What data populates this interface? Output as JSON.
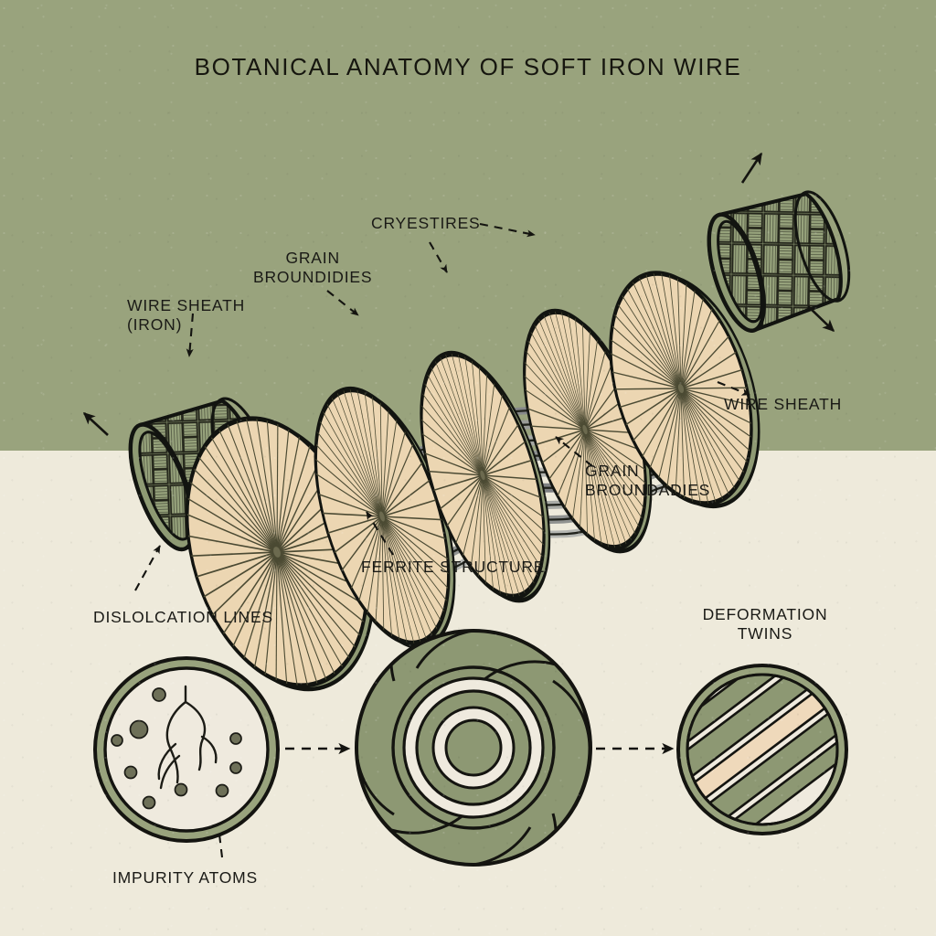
{
  "poster": {
    "title": "BOTANICAL ANATOMY OF SOFT IRON WIRE",
    "background_green": "#99a37d",
    "background_cream": "#eeeadb",
    "ink": "#1a1a16",
    "disc_fill": "#ecd6b2",
    "sheath_fill": "#97a37c",
    "fiber_fill": "#9a9c99",
    "twin_band": "#efd9bb"
  },
  "labels": {
    "wire_sheath_left": "WIRE SHEATH\n(IRON)",
    "grain_boundaries_left": "GRAIN\nBROUNDIDIES",
    "crystallites": "CRYESTIRES",
    "wire_sheath_right": "WIRE SHEATH",
    "grain_boundaries_right": "GRAIN\nBROUNDADIES",
    "ferrite_structure": "FERRITE STRUCTURE",
    "dislocation_lines": "DISLOLCATION LINES",
    "impurity_atoms": "IMPURITY ATOMS",
    "deformation_twins": "DEFORMATION\nTWINS"
  },
  "diagram": {
    "exploded_view": {
      "name": "exploded wire cross-section assembly",
      "sheath_caps": 2,
      "discs": 5,
      "fiber_bundle": "braided ferrite fibers"
    },
    "micrographs": [
      {
        "id": "impurity",
        "name": "impurity atoms and dislocation network",
        "dots": 10
      },
      {
        "id": "grain",
        "name": "concentric braided grain rings",
        "rings": 3
      },
      {
        "id": "twins",
        "name": "deformation twin bands",
        "bands": 5
      }
    ],
    "flow_arrows": 2
  }
}
